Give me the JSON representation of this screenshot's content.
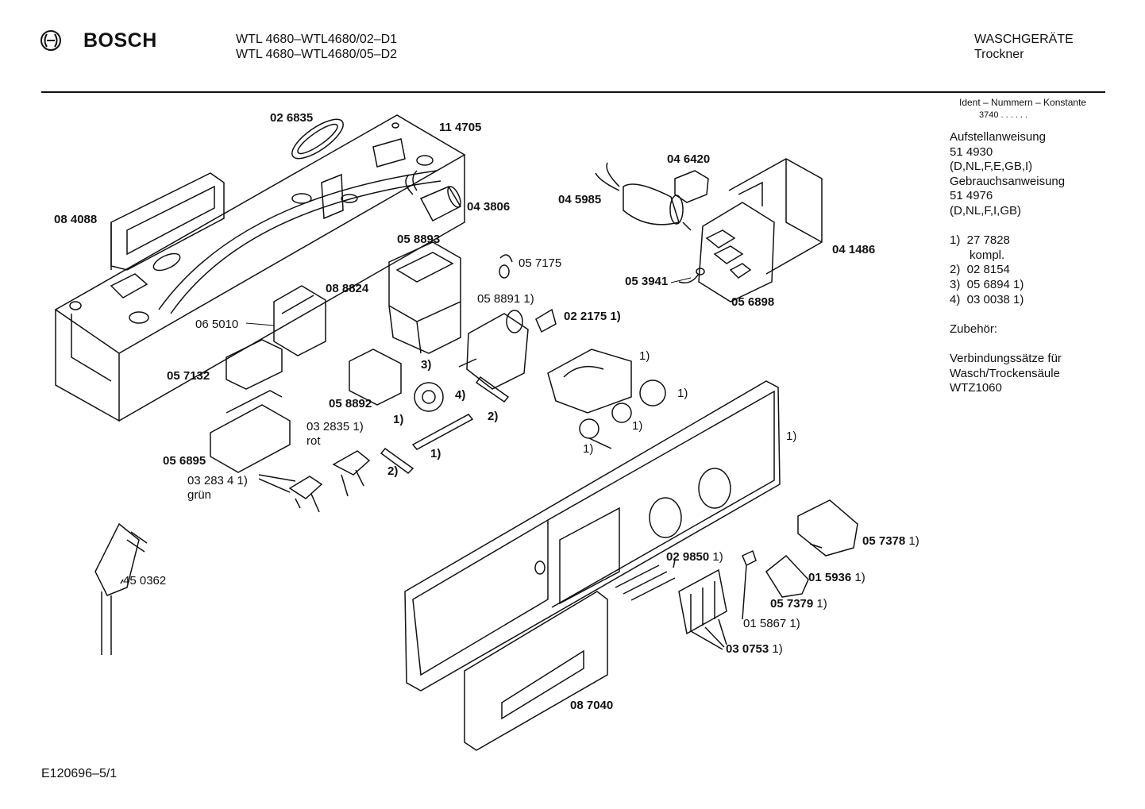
{
  "header": {
    "brand": "BOSCH",
    "models": [
      "WTL 4680–WTL4680/02–D1",
      "WTL 4680–WTL4680/05–D2"
    ],
    "category": "WASCHGERÄTE",
    "subcategory": "Trockner"
  },
  "sidebar": {
    "ident_label": "Ident – Nummern – Konstante",
    "ident_value": "3740 . . . . . .",
    "lines": [
      "Aufstellanweisung",
      "51 4930",
      "(D,NL,F,E,GB,I)",
      "Gebrauchsanweisung",
      "51 4976",
      "(D,NL,F,I,GB)",
      "",
      "1)  27 7828",
      "      kompl.",
      "2)  02 8154",
      "3)  05 6894 1)",
      "4)  03 0038 1)",
      "",
      "Zubehör:",
      "",
      "Verbindungssätze für",
      "Wasch/Trockensäule",
      "WTZ1060"
    ]
  },
  "labels": [
    {
      "text": "02 6835",
      "bold": true
    },
    {
      "text": "11 4705",
      "bold": true
    },
    {
      "text": "08 4088",
      "bold": true
    },
    {
      "text": "04 3806",
      "bold": true
    },
    {
      "text": "04 6420",
      "bold": true
    },
    {
      "text": "04 5985",
      "bold": true
    },
    {
      "text": "05 8893",
      "bold": true
    },
    {
      "text": "05 7175",
      "bold": true
    },
    {
      "text": "04 1486",
      "bold": true
    },
    {
      "text": "05 3941",
      "bold": true
    },
    {
      "text": "08 8824",
      "bold": true
    },
    {
      "text": "05 6898",
      "bold": true
    },
    {
      "text": "05 8891 1)",
      "bold": false
    },
    {
      "text": "02 2175",
      "bold": true,
      "suffix": " 1)"
    },
    {
      "text": "06 5010",
      "bold": false
    },
    {
      "text": "1)",
      "bold": false
    },
    {
      "text": "05 7132",
      "bold": true
    },
    {
      "text": "3)",
      "bold": true
    },
    {
      "text": "1)",
      "bold": false
    },
    {
      "text": "05 8892",
      "bold": true
    },
    {
      "text": "4)",
      "bold": true
    },
    {
      "text": "1)",
      "bold": true
    },
    {
      "text": "2)",
      "bold": true
    },
    {
      "text": "1)",
      "bold": false
    },
    {
      "text": "1)",
      "bold": false
    },
    {
      "text": "03 2835 1)",
      "bold": false
    },
    {
      "text": "rot",
      "bold": false
    },
    {
      "text": "1)",
      "bold": false
    },
    {
      "text": "05 6895",
      "bold": true
    },
    {
      "text": "1)",
      "bold": true
    },
    {
      "text": "2)",
      "bold": true
    },
    {
      "text": "03 283 4 1)",
      "bold": false
    },
    {
      "text": "grün",
      "bold": false
    },
    {
      "text": "05 7378",
      "bold": true,
      "suffix": " 1)"
    },
    {
      "text": "02 9850",
      "bold": true,
      "suffix": " 1)"
    },
    {
      "text": "01 5936",
      "bold": true,
      "suffix": " 1)"
    },
    {
      "text": "05 7379",
      "bold": true,
      "suffix": " 1)"
    },
    {
      "text": "45 0362",
      "bold": false
    },
    {
      "text": "01 5867",
      "bold": false,
      "suffix": " 1)"
    },
    {
      "text": "03 0753",
      "bold": true,
      "suffix": " 1)"
    },
    {
      "text": "08 7040",
      "bold": true
    }
  ],
  "footer": {
    "code": "E120696–5/1"
  }
}
